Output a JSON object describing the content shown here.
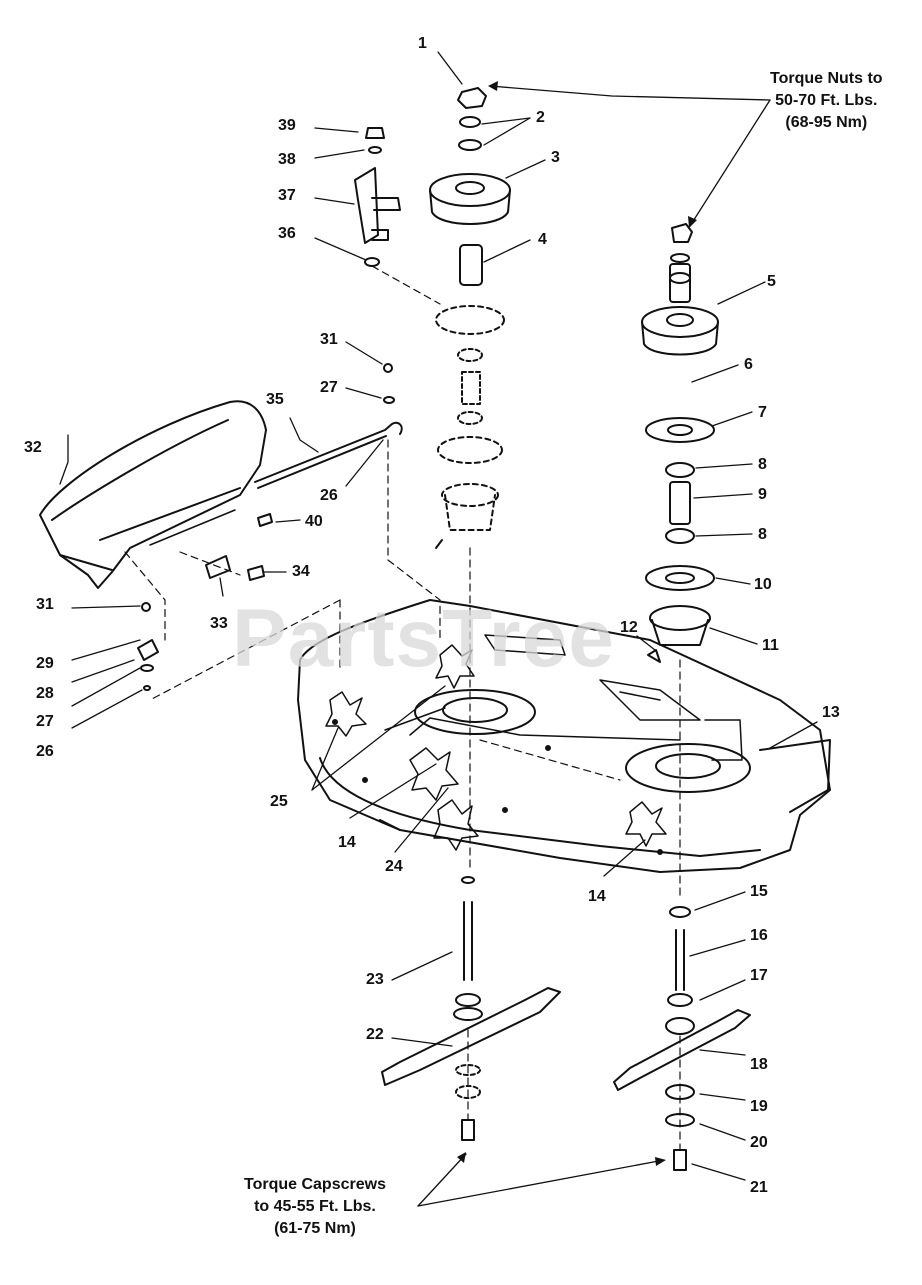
{
  "watermark": "PartsTree",
  "notes": {
    "torque_nuts": [
      "Torque Nuts to",
      "50-70 Ft. Lbs.",
      "(68-95 Nm)"
    ],
    "torque_capscrews": [
      "Torque Capscrews",
      "to 45-55 Ft. Lbs.",
      "(61-75 Nm)"
    ]
  },
  "callouts": {
    "n1": "1",
    "n2": "2",
    "n3": "3",
    "n4": "4",
    "n5": "5",
    "n6": "6",
    "n7": "7",
    "n8a": "8",
    "n8b": "8",
    "n9": "9",
    "n10": "10",
    "n11": "11",
    "n12": "12",
    "n13": "13",
    "n14a": "14",
    "n14b": "14",
    "n15": "15",
    "n16": "16",
    "n17": "17",
    "n18": "18",
    "n19": "19",
    "n20": "20",
    "n21": "21",
    "n22": "22",
    "n23": "23",
    "n24": "24",
    "n25": "25",
    "n26a": "26",
    "n26b": "26",
    "n27a": "27",
    "n27b": "27",
    "n28": "28",
    "n29": "29",
    "n31a": "31",
    "n31b": "31",
    "n32": "32",
    "n33": "33",
    "n34": "34",
    "n35": "35",
    "n36": "36",
    "n37": "37",
    "n38": "38",
    "n39": "39",
    "n40": "40"
  },
  "colors": {
    "ink": "#111111",
    "watermark": "#d9d9d9"
  }
}
